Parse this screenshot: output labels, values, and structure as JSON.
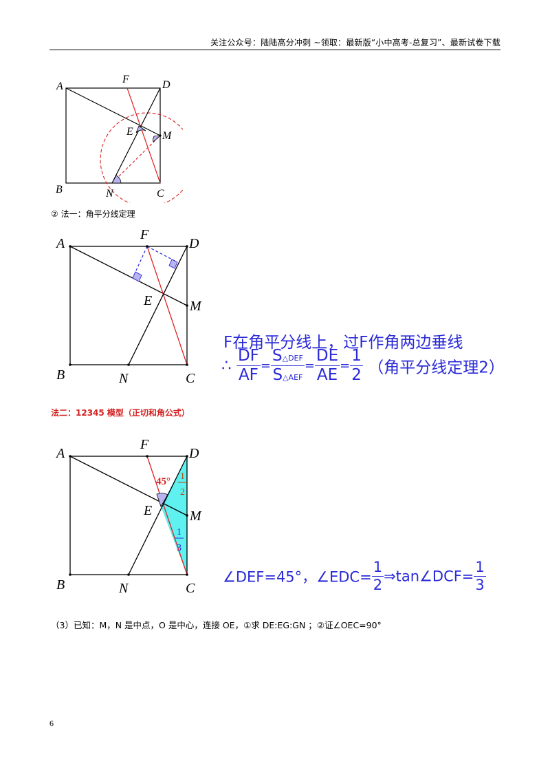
{
  "header": {
    "text": "关注公众号：陆陆高分冲刺 ~领取：最新版“小中高考-总复习”、最新试卷下载"
  },
  "figure1": {
    "labels": {
      "A": "A",
      "F": "F",
      "D": "D",
      "E": "E",
      "M": "M",
      "B": "B",
      "N": "N",
      "C": "C"
    }
  },
  "method1": {
    "caption": "② 法一：角平分线定理",
    "labels": {
      "A": "A",
      "F": "F",
      "D": "D",
      "E": "E",
      "M": "M",
      "B": "B",
      "N": "N",
      "C": "C"
    },
    "note_line1": "F在角平分线上，过F作角两边垂线",
    "therefore": "∴",
    "f1_num": "DF",
    "f1_den": "AF",
    "eq": "=",
    "f2_num_S": "S",
    "f2_num_sub": "△DEF",
    "f2_den_S": "S",
    "f2_den_sub": "△AEF",
    "f3_num": "DE",
    "f3_den": "AE",
    "f4_num": "1",
    "f4_den": "2",
    "reason": "（角平分线定理2）"
  },
  "method2": {
    "caption": "法二：12345 模型（正切和角公式）",
    "labels": {
      "A": "A",
      "F": "F",
      "D": "D",
      "E": "E",
      "M": "M",
      "B": "B",
      "N": "N",
      "C": "C"
    },
    "angle": "45°",
    "frac_top_num": "1",
    "frac_top_den": "2",
    "frac_bot_num": "1",
    "frac_bot_den": "3",
    "eq_part1": "∠DEF=45°，∠EDC=",
    "eq_f1_num": "1",
    "eq_f1_den": "2",
    "eq_part2": "⇒tan∠DCF=",
    "eq_f2_num": "1",
    "eq_f2_den": "3"
  },
  "question3": "（3）已知：M，N 是中点，O 是中心，连接 OE，①求 DE:EG:GN ；②证∠OEC=90°",
  "page_number": "6",
  "colors": {
    "red": "#e02020",
    "blue": "#2a2ad8",
    "fill_purple": "#b8b4f0",
    "fill_cyan": "#5ff0f0"
  }
}
